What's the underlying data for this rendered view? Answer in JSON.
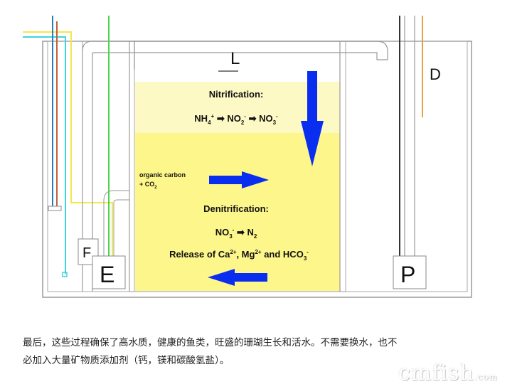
{
  "diagram": {
    "labels": {
      "L": "L",
      "D": "D",
      "F": "F",
      "E": "E",
      "P": "P"
    },
    "nitrification": {
      "title": "Nitrification:",
      "equation_parts": [
        "NH",
        "4",
        "+",
        " ➡ NO",
        "2",
        "-",
        " ➡ NO",
        "3",
        "-"
      ]
    },
    "organic_carbon": {
      "line1": "organic carbon",
      "line2_prefix": "+ CO",
      "line2_sub": "2"
    },
    "denitrification": {
      "title": "Denitrification:",
      "eq_no": "NO",
      "eq_no_sub": "3",
      "eq_no_sup": "-",
      "eq_arrow": " ➡ N",
      "eq_n_sub": "2",
      "release_prefix": "Release of Ca",
      "release_ca_sup": "2+",
      "release_mid": ", Mg",
      "release_mg_sup": "2+",
      "release_and": " and HCO",
      "release_hco_sub": "3",
      "release_hco_sup": "-"
    },
    "colors": {
      "upper_zone": "#fdf9c4",
      "lower_zone": "#fdf68a",
      "arrow": "#0a2ef0",
      "pipe_yellow": "#f2e84a",
      "pipe_cyan": "#3fd3e0",
      "pipe_blue": "#2a7bc0",
      "pipe_red": "#c0603a",
      "pipe_green": "#4dd44d",
      "pipe_orange": "#e8a040",
      "outline": "#9a9a9a"
    }
  },
  "caption": {
    "line1": "最后，这些过程确保了高水质，健康的鱼类，旺盛的珊瑚生长和活水。不需要换水，也不",
    "line2": "必加入大量矿物质添加剂（钙，镁和碳酸氢盐）。"
  },
  "watermark": {
    "main": "cmfish",
    "suffix": ".com"
  }
}
